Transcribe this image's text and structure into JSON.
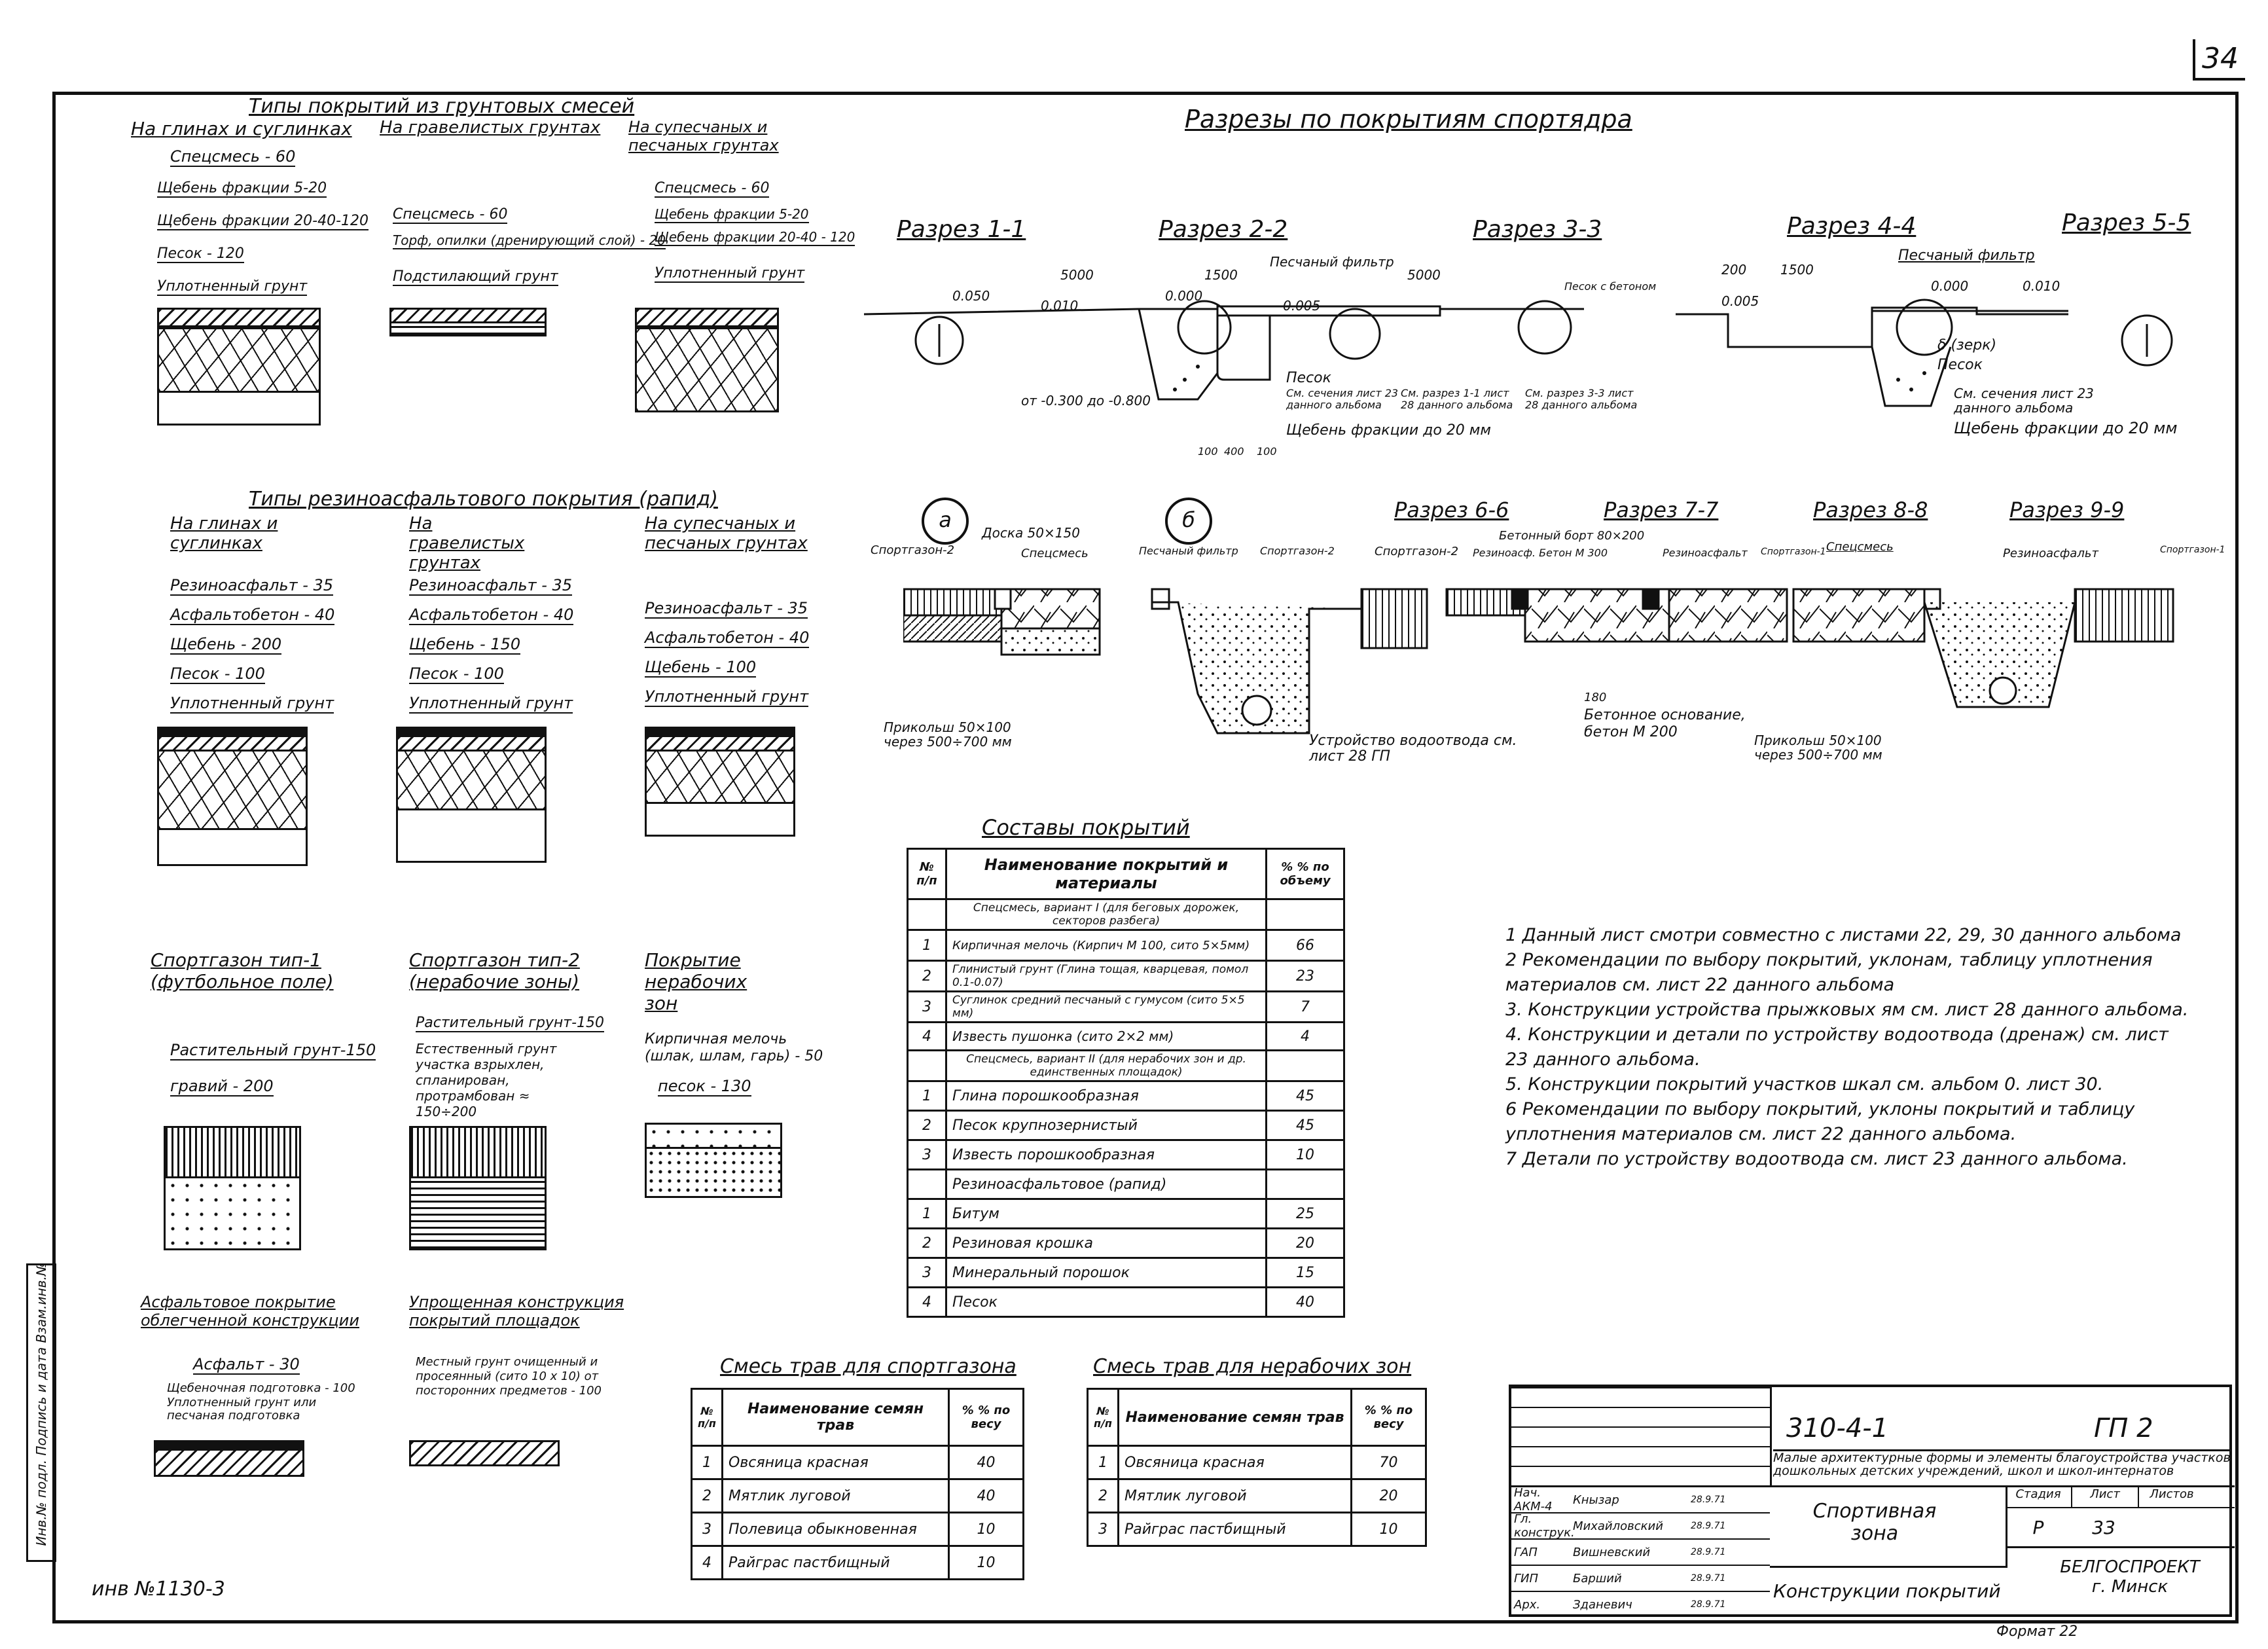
{
  "sheet_number": "34",
  "left_top": {
    "group_title": "Типы покрытий из грунтовых смесей",
    "col1": {
      "title": "На глинах и суглинках",
      "layers": [
        "Спецсмесь - 60",
        "Щебень фракции 5-20",
        "Щебень фракции 20-40-120",
        "Песок - 120",
        "Уплотненный грунт"
      ]
    },
    "col2": {
      "title": "На гравелистых грунтах",
      "layers": [
        "Спецсмесь - 60",
        "Торф, опилки (дренирующий слой) - 20",
        "Подстилающий грунт"
      ]
    },
    "col3": {
      "title": "На супесчаных и песчаных грунтах",
      "layers": [
        "Спецсмесь - 60",
        "Щебень фракции 5-20",
        "Щебень фракции 20-40 - 120",
        "Уплотненный грунт"
      ]
    }
  },
  "left_mid": {
    "group_title": "Типы резиноасфальтового покрытия (рапид)",
    "col1": {
      "title": "На глинах и суглинках",
      "layers": [
        "Резиноасфальт - 35",
        "Асфальтобетон - 40",
        "Щебень - 200",
        "Песок - 100",
        "Уплотненный грунт"
      ]
    },
    "col2": {
      "title": "На гравелистых грунтах",
      "layers": [
        "Резиноасфальт - 35",
        "Асфальтобетон - 40",
        "Щебень - 150",
        "Песок - 100",
        "Уплотненный грунт"
      ]
    },
    "col3": {
      "title": "На супесчаных и песчаных грунтах",
      "layers": [
        "Резиноасфальт - 35",
        "Асфальтобетон - 40",
        "Щебень - 100",
        "Уплотненный грунт"
      ]
    }
  },
  "left_low": {
    "col1": {
      "title": "Спортгазон тип-1 (футбольное поле)",
      "layers": [
        "Растительный грунт-150",
        "гравий - 200"
      ]
    },
    "col2": {
      "title": "Спортгазон тип-2 (нерабочие зоны)",
      "layers": [
        "Растительный грунт-150",
        "Естественный грунт участка взрыхлен, спланирован, протрамбован ≈ 150÷200"
      ]
    },
    "col3": {
      "title": "Покрытие нерабочих зон",
      "layers": [
        "Кирпичная мелочь (шлак, шлам, гарь) - 50",
        "песок - 130"
      ]
    }
  },
  "left_bottom": {
    "col1": {
      "title": "Асфальтовое покрытие облегченной конструкции",
      "layers": [
        "Асфальт - 30",
        "Щебеночная подготовка - 100",
        "Уплотненный грунт или песчаная подготовка"
      ]
    },
    "col2": {
      "title": "Упрощенная конструкция покрытий площадок",
      "layers": [
        "Местный грунт очищенный и просеянный (сито 10 x 10) от посторонних предметов - 100"
      ]
    }
  },
  "inv_number": "инв №1130-3",
  "side_stamp": "Инв.№ подл. Подпись и дата Взам.инв.№",
  "sections_title": "Разрезы по покрытиям спортядра",
  "sections_top": [
    "Разрез 1-1",
    "Разрез 2-2",
    "Разрез 3-3",
    "Разрез 4-4",
    "Разрез 5-5"
  ],
  "sections_top_notes": [
    "5000",
    "1500",
    "Песчаный фильтр",
    "5000",
    "0.050",
    "0.010",
    "0.000",
    "0.005",
    "Песок",
    "См. сечения лист 23 данного альбома",
    "См. разрез 1-1 лист 28 данного альбома",
    "См. разрез 3-3 лист 28 данного альбома",
    "Щебень фракции до 20 мм",
    "от -0.300 до -0.800",
    "Песок с бетоном",
    "200",
    "1500",
    "Песчаный фильтр",
    "0.000",
    "0.010",
    "0.005",
    "δ (зерк)",
    "Песок",
    "См. сечения лист 23 данного альбома",
    "Щебень фракции до 20 мм",
    "100",
    "400",
    "100"
  ],
  "sections_bottom": [
    "а",
    "б",
    "Разрез 6-6",
    "Разрез 7-7",
    "Разрез 8-8",
    "Разрез 9-9"
  ],
  "sections_bottom_notes": [
    "Спортгазон-2",
    "Доска 50×150",
    "Спецсмесь",
    "Песчаный фильтр",
    "Спортгазон-2",
    "Спортгазон-2",
    "Бетонный борт 80×200",
    "Резиноасф. Бетон М 300",
    "Резиноасфальт",
    "Спортгазон-1",
    "Спецсмесь",
    "Резиноасфальт",
    "Спортгазон-1",
    "Прикольш 50×100 через 500÷700 мм",
    "Устройство водоотвода см. лист 28 ГП",
    "Бетонное основание, бетон М 200",
    "Прикольш 50×100 через 500÷700 мм",
    "180"
  ],
  "composition": {
    "title": "Составы покрытий",
    "headers": [
      "№ п/п",
      "Наименование покрытий и материалы",
      "% % по объему"
    ],
    "rows": [
      [
        "",
        "Спецсмесь, вариант I (для беговых дорожек, секторов разбега)",
        ""
      ],
      [
        "1",
        "Кирпичная мелочь (Кирпич М 100, сито 5×5мм)",
        "66"
      ],
      [
        "2",
        "Глинистый грунт (Глина тощая, кварцевая, помол 0.1-0.07)",
        "23"
      ],
      [
        "3",
        "Суглинок средний песчаный с гумусом (сито 5×5 мм)",
        "7"
      ],
      [
        "4",
        "Известь пушонка (сито 2×2 мм)",
        "4"
      ],
      [
        "",
        "Спецсмесь, вариант II (для нерабочих зон и др. единственных площадок)",
        ""
      ],
      [
        "1",
        "Глина порошкообразная",
        "45"
      ],
      [
        "2",
        "Песок крупнозернистый",
        "45"
      ],
      [
        "3",
        "Известь порошкообразная",
        "10"
      ],
      [
        "",
        "Резиноасфальтовое (рапид)",
        ""
      ],
      [
        "1",
        "Битум",
        "25"
      ],
      [
        "2",
        "Резиновая крошка",
        "20"
      ],
      [
        "3",
        "Минеральный порошок",
        "15"
      ],
      [
        "4",
        "Песок",
        "40"
      ]
    ]
  },
  "notes": [
    "1  Данный лист смотри совместно с листами 22, 29, 30 данного альбома",
    "2  Рекомендации по выбору покрытий, уклонам, таблицу уплотнения материалов см. лист 22 данного альбома",
    "3.  Конструкции устройства прыжковых ям см. лист 28 данного альбома.",
    "4.  Конструкции и детали по устройству водоотвода (дренаж) см. лист 23 данного альбома.",
    "5.  Конструкции покрытий участков шкал см. альбом 0. лист 30.",
    "6  Рекомендации по выбору покрытий, уклоны покрытий и таблицу уплотнения материалов см. лист 22 данного альбома.",
    "7  Детали по устройству водоотвода см. лист 23 данного альбома."
  ],
  "grass_sport": {
    "title": "Смесь трав для спортгазона",
    "headers": [
      "№ п/п",
      "Наименование семян трав",
      "% % по весу"
    ],
    "rows": [
      [
        "1",
        "Овсяница красная",
        "40"
      ],
      [
        "2",
        "Мятлик луговой",
        "40"
      ],
      [
        "3",
        "Полевица обыкновенная",
        "10"
      ],
      [
        "4",
        "Райграс пастбищный",
        "10"
      ]
    ]
  },
  "grass_nonwork": {
    "title": "Смесь трав для нерабочих зон",
    "headers": [
      "№ п/п",
      "Наименование семян трав",
      "% % по весу"
    ],
    "rows": [
      [
        "1",
        "Овсяница красная",
        "70"
      ],
      [
        "2",
        "Мятлик луговой",
        "20"
      ],
      [
        "3",
        "Райграс пастбищный",
        "10"
      ]
    ]
  },
  "title_block": {
    "code": "310-4-1",
    "sheet_id": "ГП 2",
    "project": "Малые архитектурные формы и элементы благоустройства участков дошкольных детских учреждений, школ и школ-интернатов",
    "people": [
      [
        "Нач. АКМ-4",
        "Кнызар",
        "28.9.71"
      ],
      [
        "Гл. конструк.",
        "Михайловский",
        "28.9.71"
      ],
      [
        "ГАП",
        "Вишневский",
        "28.9.71"
      ],
      [
        "ГИП",
        "Барший",
        "28.9.71"
      ],
      [
        "Арх.",
        "Зданевич",
        "28.9.71"
      ]
    ],
    "zone": "Спортивная зона",
    "sheet_title": "Конструкции покрытий",
    "stage_header": [
      "Стадия",
      "Лист",
      "Листов"
    ],
    "stage": [
      "Р",
      "33",
      ""
    ],
    "org": "БЕЛГОСПРОЕКТ г. Минск",
    "format": "Формат 22"
  }
}
